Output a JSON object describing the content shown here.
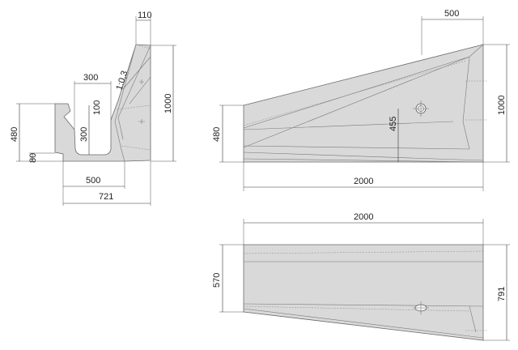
{
  "dimensions": {
    "side_view": {
      "top_width": "110",
      "inner_width": "300",
      "slope": "1:0,3",
      "left_height": "480",
      "inner_depth_a": "100",
      "inner_depth_b": "300",
      "total_height": "1000",
      "base_offset": "80",
      "base_inner": "500",
      "base_total": "721"
    },
    "front_view": {
      "top_offset": "500",
      "left_height": "480",
      "hole_height": "455",
      "right_height": "1000",
      "length": "2000"
    },
    "top_view": {
      "length": "2000",
      "left_width": "570",
      "right_width": "791"
    }
  },
  "colors": {
    "body_fill": "#d9d9d9",
    "outline": "#6a6a6a",
    "dimension": "#333333"
  }
}
